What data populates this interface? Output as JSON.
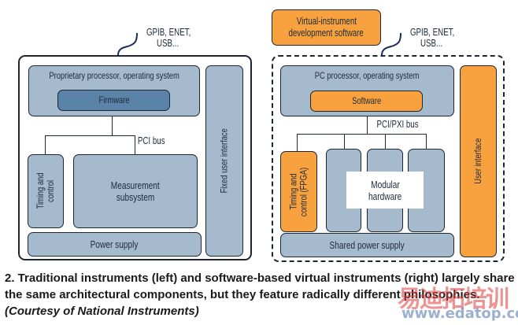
{
  "left": {
    "connectivity_label_line1": "GPIB, ENET,",
    "connectivity_label_line2": "USB...",
    "processor_label": "Proprietary processor, operating system",
    "firmware_label": "Firmware",
    "bus_label": "PCI bus",
    "timing_line1": "Timing and",
    "timing_line2": "control",
    "measurement_line1": "Measurement",
    "measurement_line2": "subsystem",
    "power_label": "Power supply",
    "ui_label": "Fixed user interface",
    "border_style": "solid"
  },
  "right": {
    "dev_software_line1": "Virtual-instrument",
    "dev_software_line2": "development software",
    "connectivity_label_line1": "GPIB, ENET,",
    "connectivity_label_line2": "USB...",
    "processor_label": "PC processor, operating system",
    "software_label": "Software",
    "bus_label": "PCI/PXI bus",
    "timing_line1": "Timing and",
    "timing_line2": "control (FPGA)",
    "modular_line1": "Modular",
    "modular_line2": "hardware",
    "power_label": "Shared power supply",
    "ui_label": "User interface",
    "border_style": "dashed"
  },
  "caption": {
    "main": "2. Traditional instruments (left) and software-based virtual instruments (right) largely share the same architectural components, but they feature radically different philosophies. ",
    "credit": "(Courtesy of National Instruments)"
  },
  "watermark": {
    "chinese": "易迪拓培训",
    "url": "www.edatop.com"
  },
  "colors": {
    "box_blue": "#a6bace",
    "firmware_blue": "#5a83a7",
    "accent_orange": "#f7a23f",
    "outline": "#1c2733"
  }
}
